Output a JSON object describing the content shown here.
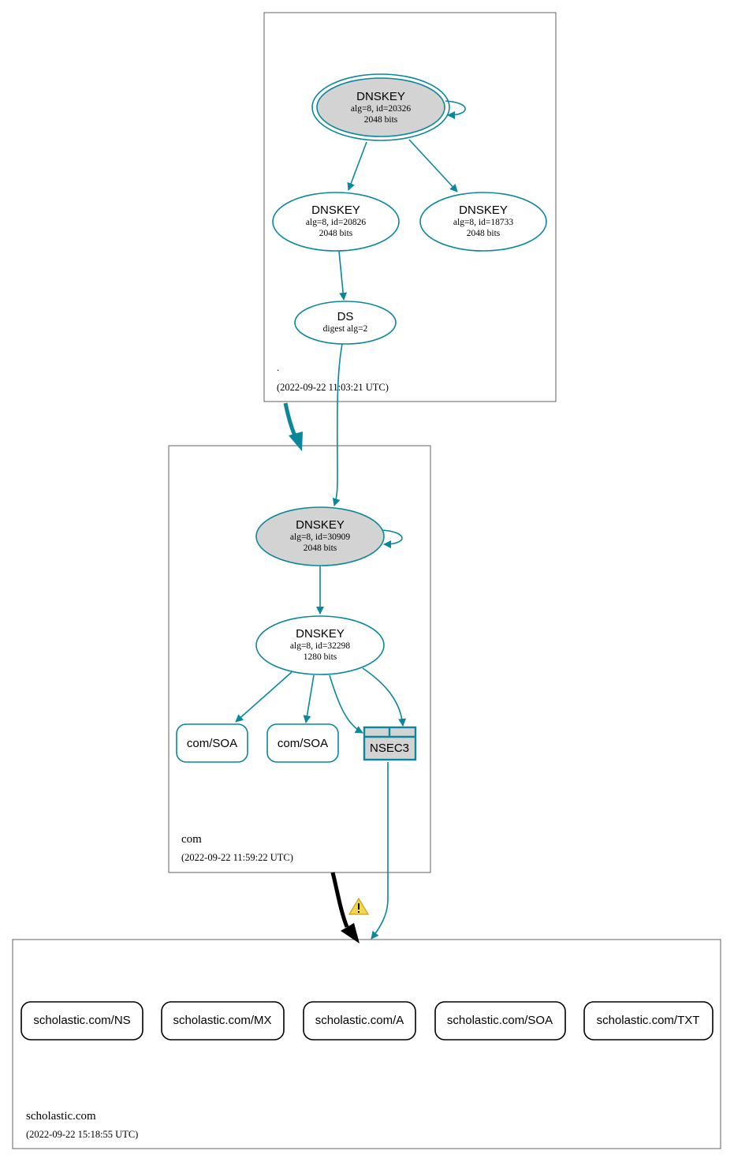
{
  "colors": {
    "edge": "#0a879a",
    "ksk_fill": "#d3d3d3",
    "nsec3_fill": "#d3d3d3",
    "zone_border": "#606060",
    "insecure_delegation": "#000000",
    "warning_fill": "#f2d74a"
  },
  "zones": {
    "root": {
      "name": ".",
      "timestamp": "(2022-09-22 11:03:21 UTC)",
      "nodes": {
        "ksk": {
          "type": "DNSKEY",
          "detail": "alg=8, id=20326",
          "size": "2048 bits"
        },
        "zsk1": {
          "type": "DNSKEY",
          "detail": "alg=8, id=20826",
          "size": "2048 bits"
        },
        "zsk2": {
          "type": "DNSKEY",
          "detail": "alg=8, id=18733",
          "size": "2048 bits"
        },
        "ds": {
          "type": "DS",
          "detail": "digest alg=2"
        }
      }
    },
    "com": {
      "name": "com",
      "timestamp": "(2022-09-22 11:59:22 UTC)",
      "nodes": {
        "ksk": {
          "type": "DNSKEY",
          "detail": "alg=8, id=30909",
          "size": "2048 bits"
        },
        "zsk": {
          "type": "DNSKEY",
          "detail": "alg=8, id=32298",
          "size": "1280 bits"
        },
        "soa1": {
          "label": "com/SOA"
        },
        "soa2": {
          "label": "com/SOA"
        },
        "nsec3": {
          "label": "NSEC3"
        }
      }
    },
    "scholastic": {
      "name": "scholastic.com",
      "timestamp": "(2022-09-22 15:18:55 UTC)",
      "records": [
        {
          "label": "scholastic.com/NS"
        },
        {
          "label": "scholastic.com/MX"
        },
        {
          "label": "scholastic.com/A"
        },
        {
          "label": "scholastic.com/SOA"
        },
        {
          "label": "scholastic.com/TXT"
        }
      ]
    }
  },
  "icons": {
    "warning": "warning-triangle-icon"
  }
}
